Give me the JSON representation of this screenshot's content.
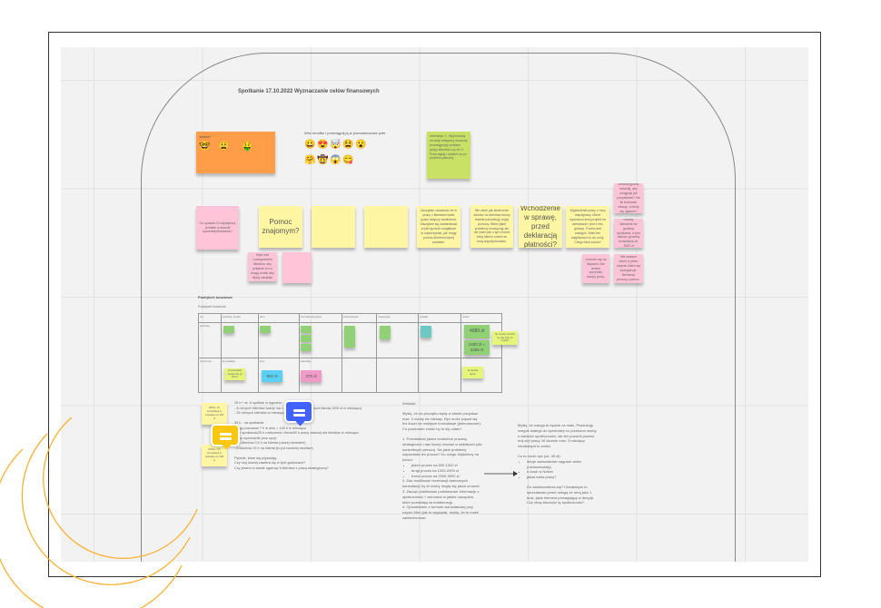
{
  "board": {
    "title": "Spotkanie 17.10.2022 Wyznaczanie celów finansowych",
    "mood_note": {
      "label": "Jesteś?",
      "emojis": [
        "🤓",
        "😩",
        "🤑"
      ]
    },
    "emoji_instruction": "Weź emotke i przeciągnij ją w pomarańczowe pole",
    "emoji_palette": [
      "😀",
      "😍",
      "🤯",
      "😫",
      "😮",
      "🤗",
      "🤠",
      "😱",
      "😋"
    ],
    "instruction_note": "Instrukcja: 1. Wyprodukuj na sesji wstępnej na każdy przeciągnięty problem grupy klientów czy ich 2. Przeciągnij i oddziel na po problem planowy",
    "questions": [
      {
        "text": "Co sprawia Ci największy problem w kwestii sprzedaży/finansów?",
        "color": "pink"
      },
      {
        "text": "Pomoc znajomym?",
        "color": "yellow",
        "big": true
      },
      {
        "text": "",
        "color": "yellow"
      },
      {
        "text": "",
        "color": "yellow"
      },
      {
        "text": "Zaczęłam zauważać że w pracy z klientami wiele pytań dotyczy zarabiania. Zaczęłam się zastanawiać w jaki sposób mogłabym to wykorzystać, jak mogę pomóc klientom lepiej zarabiać.",
        "color": "yellow"
      },
      {
        "text": "Nie wiem jak skutecznie dotrzeć do klientów którzy realnie potrzebują mojej pomocy. Wiem jakie problemy rozwiązuję ale nie wiem jak o tym mówić żeby klienci chcieli ze mną współpracować.",
        "color": "yellow"
      },
      {
        "text": "Wchodzenie w sprawę, przed deklaracją płatności?",
        "color": "yellow",
        "big": true
      },
      {
        "text": "Wyjaśnienie pracy z mną współpracy. Klient wyznacza swój projekt na warsztacie i jest z nim gotowy. Trudno jest zastąpić. Mam też wątpliwości co do ceny. Czego ktoś szuka?",
        "color": "yellow"
      }
    ],
    "small_pink": [
      "Myśl nad rozwiązaniem klientów, aby pokazać im co mogą zrobić aby lepiej zarabiać",
      ""
    ],
    "right_pinks": [
      "Niewiarygodny bardziej, aby osiągnąć jak pozyskiwać? Na ile budować relację, a kiedy się ujawnić?",
      "Rabaty aktualnie na godzinę spotkania, a tym samym godzinę konsultacji ok. 1000 zł",
      "Uczenie się na błędach. Nie umiem wyceniać swojej pracy.",
      "Nie zawsze wiem w jakim stopniu klient się zaangażuje. Niektórzy proszą o pomoc."
    ],
    "costing": {
      "heading": "Podejście kosztowe",
      "subheading": "Podejście kosztowe",
      "columns": [
        "cel",
        "potrzeby, środki",
        "dom",
        "rozrywka dla grupy",
        "oszczędzanie",
        "inwestycje",
        "podatki",
        "razem"
      ],
      "row1_label": "potrzeby",
      "row2_label": "przychody",
      "row2_cells": [
        "konsultacje",
        "kurs",
        "warsztaty"
      ],
      "values": {
        "total1": "4089 zł",
        "total2": "1400 zł = 4489 zł",
        "kurs": "900 zł",
        "warsztaty": "270 zł",
        "consult_note": "10 konsultacji miesięcznie po 200 zł",
        "side_note": "Ile muszę zarobić by tyle było co zrobić?",
        "sum_note": "Ile zarobię razem"
      }
    },
    "side_notes": [
      "6500+ 10 konsultacji w miesiącu po 200 zł",
      "6500+ 7% konsultacji w miesiącu po 200 zł"
    ],
    "plan_text": "25 h+ ok. 6 spotkań w tygodniu\n- 6 różnych klientów każdy ma 1 spotkanie (średni koszt klienta 1000 zł w miesiącu)\n- 25 różnych klientów w miesiącu\n\n35 h - na spotkania\nMogę pracować 7 h w dniu = 140 h w miesiącu\n25 h spotkania/25 h rozliczenia i firma/90 h pracy własnej dla klientów w miesiącu\nTo by wychodziło przy opcji:\n- 25 klientów 0,5 h na klienta (raczej nierealne)\n- 6 klientów 15 h na klienta (to już bardziej możliwe)\n\nPytanie, które się pojawiają:\nCzy mój rozwój zawiera się w tych godzinach?\nCzy jestem w stanie ogarnąć 6 klientów z pracą strategiczną?",
    "conclusions": {
      "heading": "Wnioski:",
      "intro": "Myślę, że na początku będę w stanie pozyskać max. 2 osoby na miesiąc. Być może pojawi się też koszt na mniejsze konsultacje (jednorazowe). Co powinnam zrobić by to się udało?",
      "step1": "1. Przedstawić jakieś konkretne procesy strategiczne i dać kwoty chociaż w widełkach (dla konkretnych person). Na jakie problemy odpowiada ten proces? Do czego dojdziemy na końcu:",
      "bullets": [
        "jeden proces na 500-1000 zł",
        "drugi proces na 1000-2000 zł",
        "trzeci proces na 2000-3000 zł"
      ],
      "rest": "2. Dać możliwość rezerwacji darmowych konsultacji- by te osoby mogły się jakoś umówić\n3. Zacząć publikować podstawowe informacje o społeczności + wchodzić w jakieś narzędzia, które pozwalają na kolaborację.\n4. Opowiedzieć o formule warsztatowej przy użyciu Miro (jak to wygląda)- myślę, że to może zainteresować"
    },
    "ideas": {
      "intro": "Myślę, że usługa to będzie za mało. Poszukuję czegoś małego do sprzedaży co przekona osoby, o wartości społeczności, ale też pozwoli poznać mój styl pracy. W okresie max. 3 miesięcy chciałabym to zrobić.",
      "list_title": "Co to może być (ok. 49 zł):",
      "bullets": [
        "lekcje warsztatowe nagrane video (miniwarsztaty)",
        "e-book w Notion",
        "jakaś karta pracy?"
      ],
      "outro": "Do zastanowienia się? Chciałabym to sprzedawać przed usługą ze mną jako 1 krok, jakiś element pomagający w decyzji. Czy chcę stworzyć tę społeczność?"
    },
    "colors": {
      "accent_orange": "#f9b233",
      "chat_blue": "#4262ff",
      "chat_yellow": "#fac710"
    }
  }
}
